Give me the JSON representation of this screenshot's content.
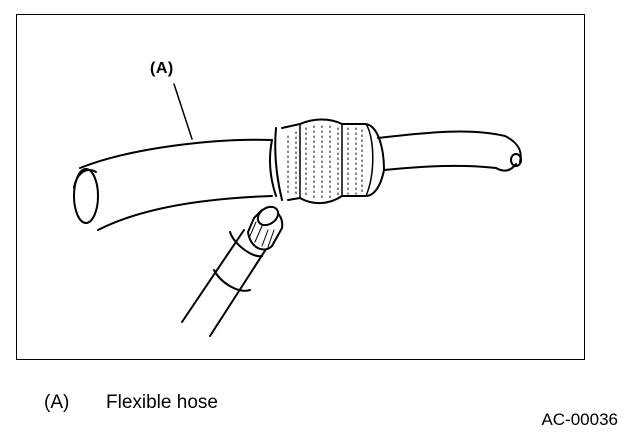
{
  "figure": {
    "callout": "(A)",
    "code": "AC-00036"
  },
  "legend": {
    "items": [
      {
        "marker": "(A)",
        "text": "Flexible hose"
      }
    ]
  },
  "icons": [
    "flexible-hose",
    "hose-clamp",
    "union-nut-fitting",
    "refrigerant-pipe"
  ]
}
